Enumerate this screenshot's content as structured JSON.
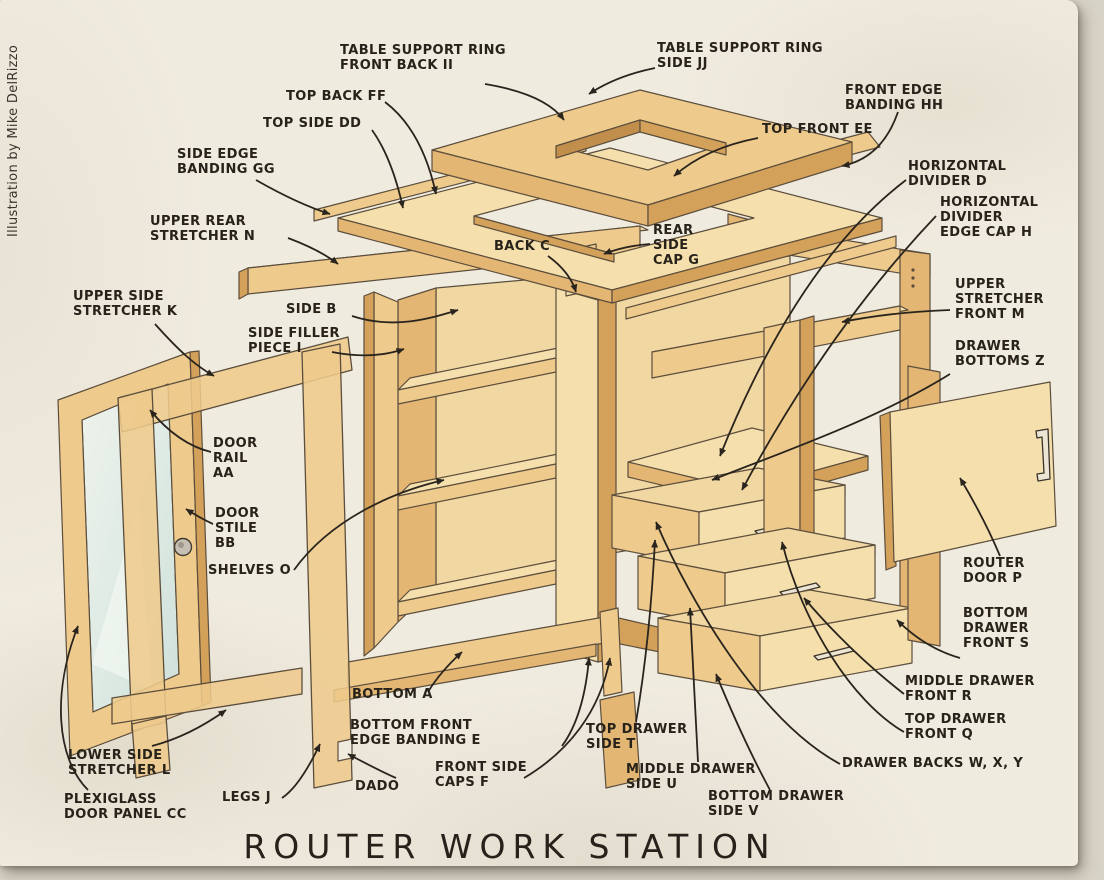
{
  "title": "ROUTER WORK STATION",
  "credit": "Illustration by Mike DelRizzo",
  "colors": {
    "paper": "#f0ebdf",
    "backdrop": "#d8d3c7",
    "wood_light": "#f5e0ad",
    "wood_face": "#eecb8c",
    "wood_mid": "#e3b673",
    "wood_dark": "#d3a159",
    "wood_shadow": "#c18e4c",
    "glass": "#dfeae4",
    "metal": "#ece5d3",
    "ink": "#29241d"
  },
  "labels": {
    "table_ring_front_back": "TABLE SUPPORT RING\nFRONT BACK II",
    "table_ring_side": "TABLE SUPPORT RING\nSIDE JJ",
    "top_back": "TOP BACK FF",
    "top_side": "TOP SIDE DD",
    "front_edge_banding": "FRONT EDGE\nBANDING HH",
    "top_front": "TOP FRONT EE",
    "side_edge_banding": "SIDE EDGE\nBANDING GG",
    "horizontal_divider": "HORIZONTAL\nDIVIDER D",
    "horizontal_divider_edge_cap": "HORIZONTAL\nDIVIDER\nEDGE CAP H",
    "upper_rear_stretcher": "UPPER REAR\nSTRETCHER N",
    "back": "BACK C",
    "rear_side_cap": "REAR\nSIDE\nCAP G",
    "upper_stretcher_front": "UPPER\nSTRETCHER\nFRONT M",
    "upper_side_stretcher": "UPPER SIDE\nSTRETCHER K",
    "side": "SIDE B",
    "side_filler_piece": "SIDE FILLER\nPIECE I",
    "drawer_bottoms": "DRAWER\nBOTTOMS Z",
    "door_rail": "DOOR\nRAIL\nAA",
    "door_stile": "DOOR\nSTILE\nBB",
    "shelves": "SHELVES O",
    "router_door": "ROUTER\nDOOR P",
    "bottom_drawer_front": "BOTTOM\nDRAWER\nFRONT S",
    "bottom": "BOTTOM A",
    "bottom_front_edge_banding": "BOTTOM FRONT\nEDGE BANDING E",
    "top_drawer_side": "TOP DRAWER\nSIDE T",
    "middle_drawer_front": "MIDDLE DRAWER\nFRONT R",
    "top_drawer_front": "TOP DRAWER\nFRONT Q",
    "drawer_backs": "DRAWER BACKS W, X, Y",
    "middle_drawer_side": "MIDDLE DRAWER\nSIDE U",
    "bottom_drawer_side": "BOTTOM DRAWER\nSIDE V",
    "lower_side_stretcher": "LOWER SIDE\nSTRETCHER L",
    "plexiglass_door_panel": "PLEXIGLASS\nDOOR PANEL CC",
    "legs": "LEGS J",
    "dado": "DADO",
    "front_side_caps": "FRONT SIDE\nCAPS F"
  }
}
